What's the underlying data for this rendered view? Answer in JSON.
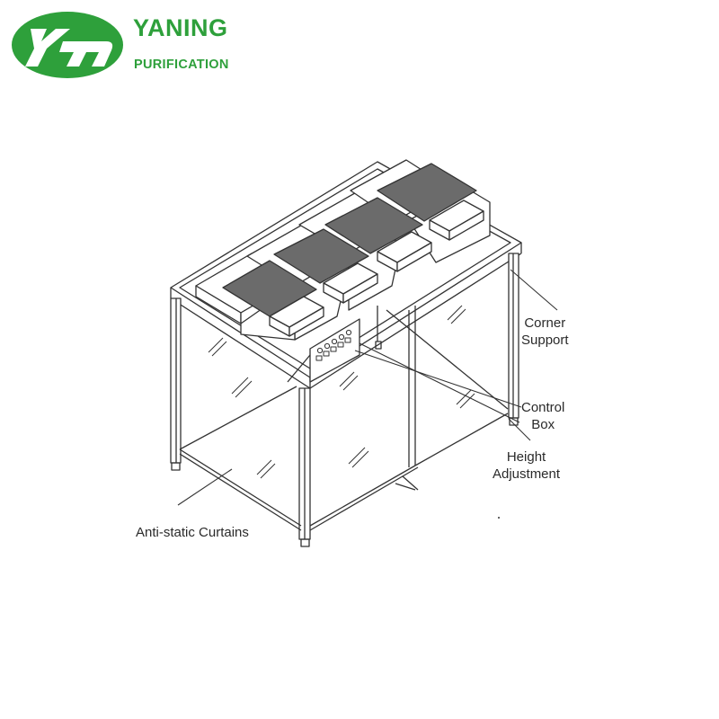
{
  "brand": {
    "name": "YANING",
    "subtitle": "PURIFICATION",
    "color": "#2ea03b"
  },
  "callouts": {
    "corner_support": {
      "line1": "Corner",
      "line2": "Support"
    },
    "control_box": {
      "line1": "Control",
      "line2": "Box"
    },
    "height_adjustment": {
      "line1": "Height",
      "line2": "Adjustment"
    },
    "anti_static_curtains": {
      "line1": "Anti-static Curtains"
    }
  }
}
